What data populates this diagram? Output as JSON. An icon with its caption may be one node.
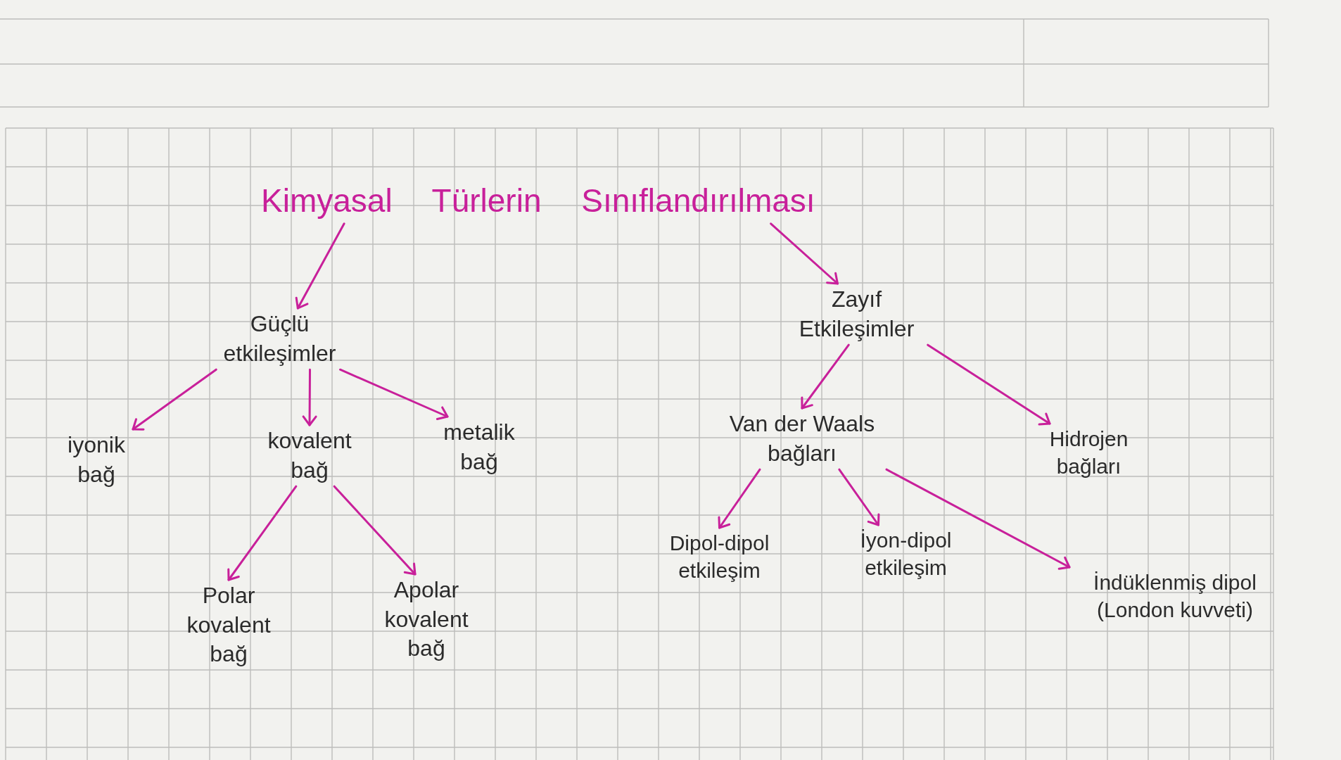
{
  "diagram": {
    "nodes": [
      {
        "text": [
          "Kimyasal Türlerin Sınıflandırılması"
        ]
      },
      {
        "text": [
          "Güçlü etkileşimler"
        ]
      },
      {
        "text": [
          "Zayıf Etkileşimler"
        ]
      },
      {
        "text": [
          "iyonik bağ"
        ]
      },
      {
        "text": [
          "kovalent bağ"
        ]
      },
      {
        "text": [
          "metalik bağ"
        ]
      },
      {
        "text": [
          "Polar kovalent bağ"
        ]
      },
      {
        "text": [
          "Apolar kovalent bağ"
        ]
      },
      {
        "text": [
          "Van der Waals bağları"
        ]
      },
      {
        "text": [
          "Hidrojen bağları"
        ]
      },
      {
        "text": [
          "Dipol-dipol etkileşim"
        ]
      },
      {
        "text": [
          "İyon-dipol etkileşim"
        ]
      },
      {
        "text": [
          "İndüklenmiş dipol (London kuvveti)"
        ]
      }
    ],
    "edges": [
      {
        "from": 0,
        "to": 1,
        "arrow": "to"
      },
      {
        "from": 0,
        "to": 2,
        "arrow": "to"
      },
      {
        "from": 1,
        "to": 3,
        "arrow": "to"
      },
      {
        "from": 1,
        "to": 4,
        "arrow": "to"
      },
      {
        "from": 1,
        "to": 5,
        "arrow": "to"
      },
      {
        "from": 4,
        "to": 6,
        "arrow": "to"
      },
      {
        "from": 4,
        "to": 7,
        "arrow": "to"
      },
      {
        "from": 2,
        "to": 8,
        "arrow": "to"
      },
      {
        "from": 2,
        "to": 9,
        "arrow": "to"
      },
      {
        "from": 8,
        "to": 10,
        "arrow": "to"
      },
      {
        "from": 8,
        "to": 11,
        "arrow": "to"
      },
      {
        "from": 8,
        "to": 12,
        "arrow": "to"
      }
    ]
  }
}
